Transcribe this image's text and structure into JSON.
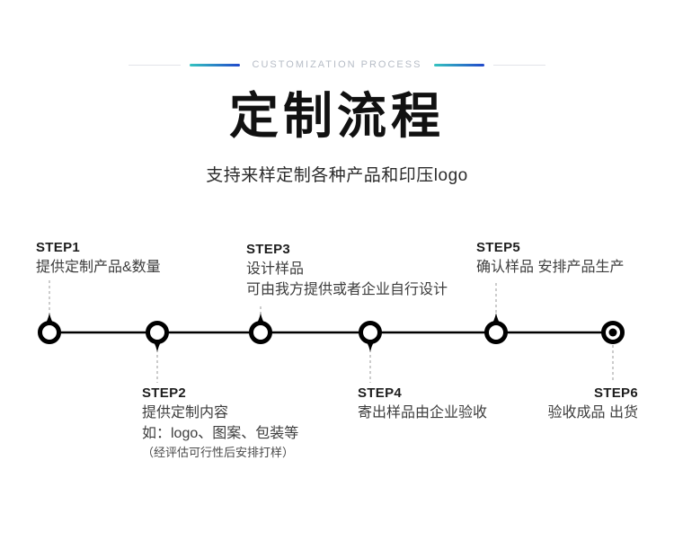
{
  "colors": {
    "accent-teal": "#35c4c0",
    "accent-blue": "#2148cb",
    "line-gray": "#e2e4e8",
    "ornament-text": "#b6bcc6",
    "ink": "#111111",
    "text": "#3d3d3d",
    "dash": "#9a9a9a",
    "node": "#000000"
  },
  "header": {
    "ornament_label": "CUSTOMIZATION PROCESS",
    "title": "定制流程",
    "subtitle": "支持来样定制各种产品和印压logo"
  },
  "steps": [
    {
      "label": "STEP1",
      "lines": [
        "提供定制产品&数量"
      ]
    },
    {
      "label": "STEP2",
      "lines": [
        "提供定制内容",
        "如：logo、图案、包装等",
        "（经评估可行性后安排打样）"
      ]
    },
    {
      "label": "STEP3",
      "lines": [
        "设计样品",
        "可由我方提供或者企业自行设计"
      ]
    },
    {
      "label": "STEP4",
      "lines": [
        "寄出样品由企业验收"
      ]
    },
    {
      "label": "STEP5",
      "lines": [
        "确认样品 安排产品生产"
      ]
    },
    {
      "label": "STEP6",
      "lines": [
        "验收成品 出货"
      ]
    }
  ]
}
